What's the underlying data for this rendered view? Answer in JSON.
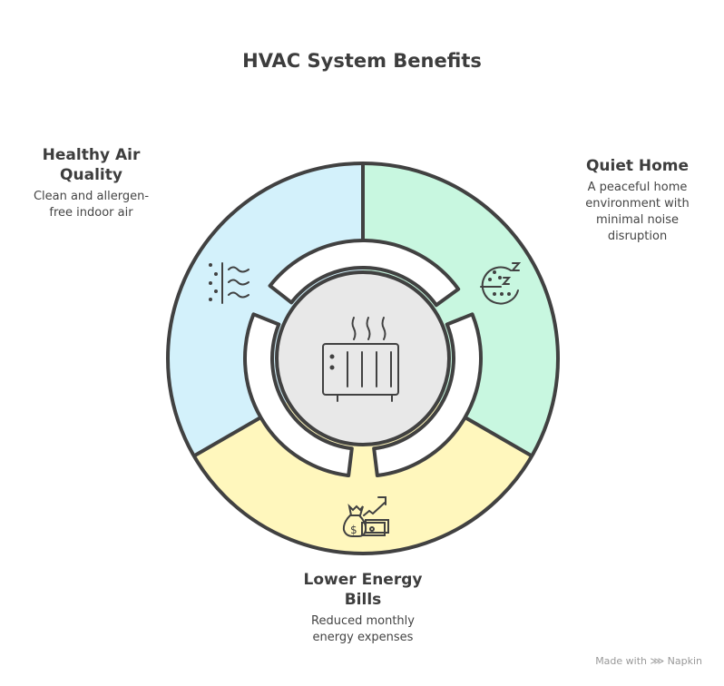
{
  "title": "HVAC System Benefits",
  "segments": [
    {
      "id": "healthy-air",
      "title": "Healthy Air Quality",
      "title_lines": [
        "Healthy Air",
        "Quality"
      ],
      "desc_lines": [
        "Clean and allergen-",
        "free indoor air"
      ],
      "color": "#d3f1fb",
      "icon": "air-filter-icon"
    },
    {
      "id": "quiet-home",
      "title": "Quiet Home",
      "desc_lines": [
        "A peaceful home",
        "environment with",
        "minimal noise",
        "disruption"
      ],
      "color": "#c8f7e0",
      "icon": "sleep-zzz-icon"
    },
    {
      "id": "lower-bills",
      "title": "Lower Energy Bills",
      "title_lines": [
        "Lower Energy",
        "Bills"
      ],
      "desc_lines": [
        "Reduced monthly",
        "energy expenses"
      ],
      "color": "#fff7bd",
      "icon": "money-savings-icon"
    }
  ],
  "center": {
    "icon": "radiator-heater-icon",
    "color": "#e8e8e8"
  },
  "stroke_color": "#414141",
  "watermark": "Made with ⋙ Napkin"
}
